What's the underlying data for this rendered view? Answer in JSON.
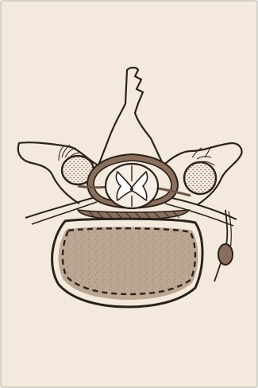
{
  "figure": {
    "background_color": "#f3e9dc",
    "ink_color": "#2b211b",
    "brown_fill": "#8a6f5c",
    "stipple_color": "#9a8a7c",
    "structures": [
      "spinous-process",
      "vertebral-arch",
      "left-transverse-process",
      "right-transverse-process",
      "left-dorsal-root-ganglion",
      "right-dorsal-root-ganglion",
      "dura-mater",
      "spinal-cord",
      "grey-matter",
      "central-canal",
      "vertebral-body",
      "intervertebral-disc",
      "left-spinal-nerve",
      "right-spinal-nerve",
      "sympathetic-ganglion"
    ]
  }
}
